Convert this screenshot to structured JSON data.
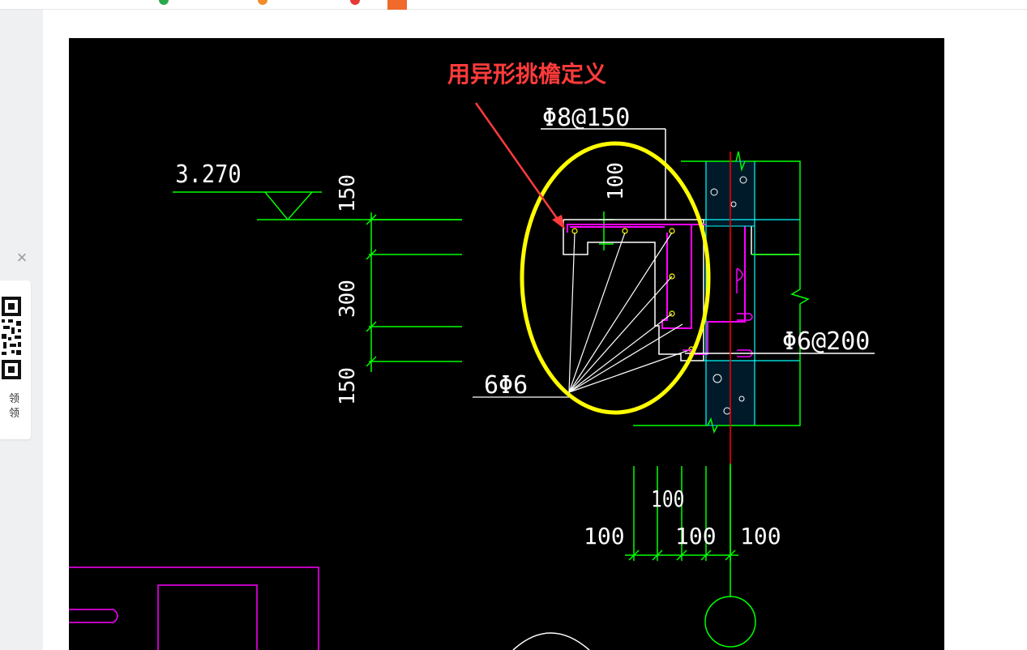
{
  "colors": {
    "background": "#000000",
    "dimension_line": "#00ff00",
    "rebar_outline": "#ff00ff",
    "text": "#ffffff",
    "highlight_ellipse": "#ffff00",
    "annotation": "#ff3b3b",
    "axis_line": "#ff0000",
    "wall_section": "#00ffff"
  },
  "sidebar": {
    "close_icon": "close-icon",
    "close_glyph": "×",
    "qr_icon": "qr-code-icon",
    "qr_caption_line1": "领",
    "qr_caption_line2": "领"
  },
  "drawing": {
    "annotation": "用异形挑檐定义",
    "elevation": "3.270",
    "top_rebar": "Φ8@150",
    "side_rebar": "Φ6@200",
    "fan_rebar": "6Φ6",
    "dim_150_top": "150",
    "dim_300": "300",
    "dim_150_bottom": "150",
    "dim_100_vertical": "100",
    "dim_100_a": "100",
    "dim_100_b": "100",
    "dim_100_c": "100",
    "dim_100_d": "100"
  }
}
